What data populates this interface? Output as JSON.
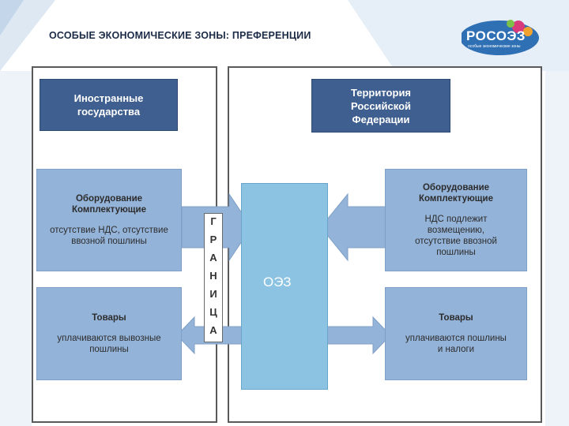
{
  "slide": {
    "title": "ОСОБЫЕ ЭКОНОМИЧЕСКИЕ ЗОНЫ: ПРЕФЕРЕНЦИИ"
  },
  "logo": {
    "name": "РОСОЭЗ",
    "subtitle": "особые экономические зоны"
  },
  "diagram": {
    "foreign_states": "Иностранные государства",
    "russia_territory": "Территория Российской Федерации",
    "left_equipment": {
      "heading": "Оборудование Комплектующие",
      "note": "отсутствие НДС, отсутствие ввозной пошлины"
    },
    "left_goods": {
      "heading": "Товары",
      "note": "уплачиваются вывозные пошлины"
    },
    "right_equipment": {
      "heading": "Оборудование Комплектующие",
      "note": "НДС подлежит возмещению, отсутствие ввозной пошлины"
    },
    "right_goods": {
      "heading": "Товары",
      "note": "уплачиваются пошлины и налоги"
    },
    "oez": "ОЭЗ",
    "border_letters": [
      "Г",
      "Р",
      "А",
      "Н",
      "И",
      "Ц",
      "А"
    ]
  },
  "colors": {
    "dark_box": "#3e5f8f",
    "light_box": "#94b3d9",
    "oez_box": "#8cc3e3",
    "arrow": "#94b3d9"
  }
}
